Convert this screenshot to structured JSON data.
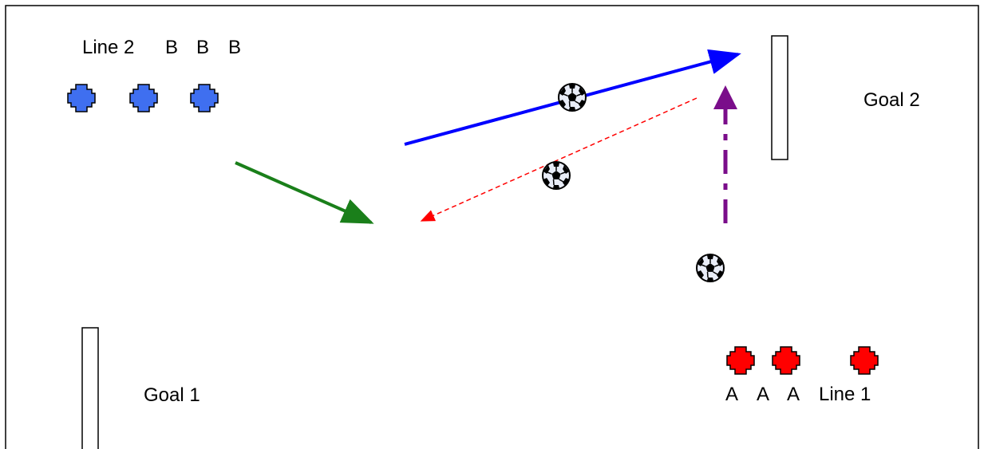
{
  "labels": {
    "line2": "Line 2",
    "line2_players": [
      "B",
      "B",
      "B"
    ],
    "goal2": "Goal 2",
    "goal1": "Goal 1",
    "line1_players": [
      "A",
      "A",
      "A"
    ],
    "line1": "Line 1"
  },
  "colors": {
    "team_b": "#3f6ff0",
    "team_a": "#ff0000",
    "arrow_blue": "#0000ff",
    "arrow_green": "#1a7f1a",
    "arrow_red": "#ff0000",
    "arrow_purple": "#7a0d8a"
  },
  "icons": {
    "player_marker": "cross-shape",
    "ball": "soccer-ball-icon",
    "goal": "rectangle-outline"
  }
}
